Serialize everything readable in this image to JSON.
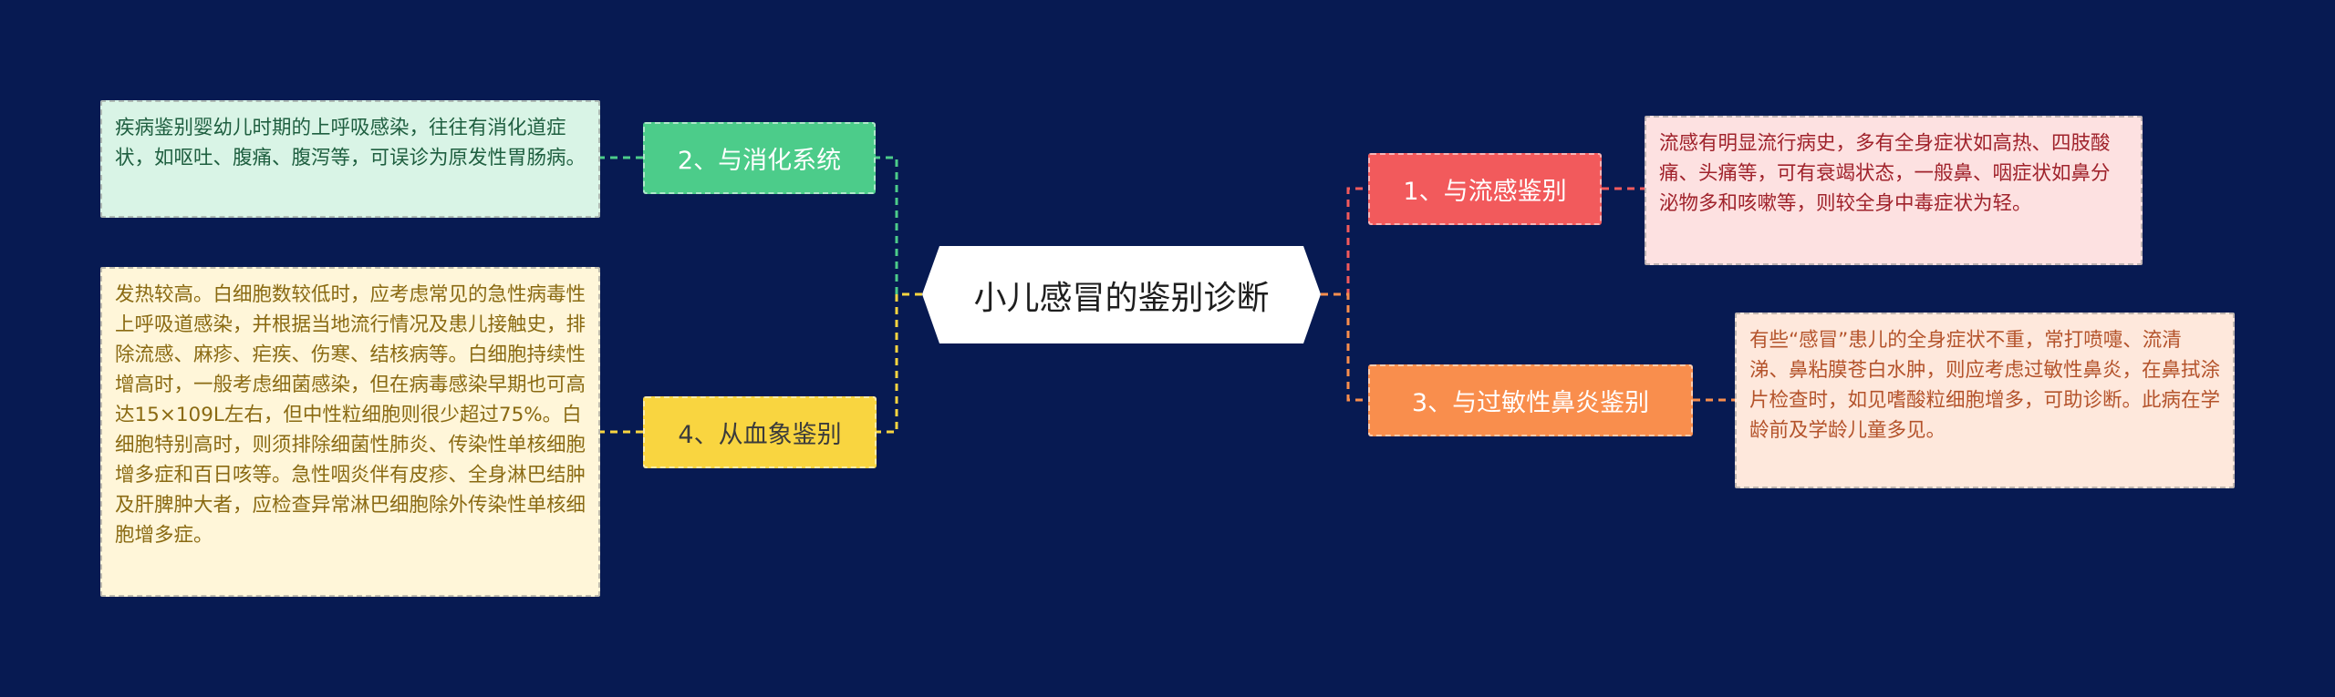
{
  "center": {
    "title": "小儿感冒的鉴别诊断"
  },
  "branches": [
    {
      "id": "flu",
      "label": "1、与流感鉴别",
      "color": "#f25a5c",
      "description": "流感有明显流行病史，多有全身症状如高热、四肢酸痛、头痛等，可有衰竭状态，一般鼻、咽症状如鼻分泌物多和咳嗽等，则较全身中毒症状为轻。"
    },
    {
      "id": "digestive",
      "label": "2、与消化系统",
      "color": "#4ccc8a",
      "description": "疾病鉴别婴幼儿时期的上呼吸感染，往往有消化道症状，如呕吐、腹痛、腹泻等，可误诊为原发性胃肠病。"
    },
    {
      "id": "rhinitis",
      "label": "3、与过敏性鼻炎鉴别",
      "color": "#f98e4d",
      "description": "有些“感冒”患儿的全身症状不重，常打喷嚏、流清涕、鼻粘膜苍白水肿，则应考虑过敏性鼻炎，在鼻拭涂片检查时，如见嗜酸粒细胞增多，可助诊断。此病在学龄前及学龄儿童多见。"
    },
    {
      "id": "blood",
      "label": "4、从血象鉴别",
      "color": "#f9d540",
      "description": "发热较高。白细胞数较低时，应考虑常见的急性病毒性上呼吸道感染，并根据当地流行情况及患儿接触史，排除流感、麻疹、疟疾、伤寒、结核病等。白细胞持续性增高时，一般考虑细菌感染，但在病毒感染早期也可高达15×109L左右，但中性粒细胞则很少超过75%。白细胞特别高时，则须排除细菌性肺炎、传染性单核细胞增多症和百日咳等。急性咽炎伴有皮疹、全身淋巴结肿及肝脾肿大者，应检查异常淋巴细胞除外传染性单核细胞增多症。"
    }
  ]
}
